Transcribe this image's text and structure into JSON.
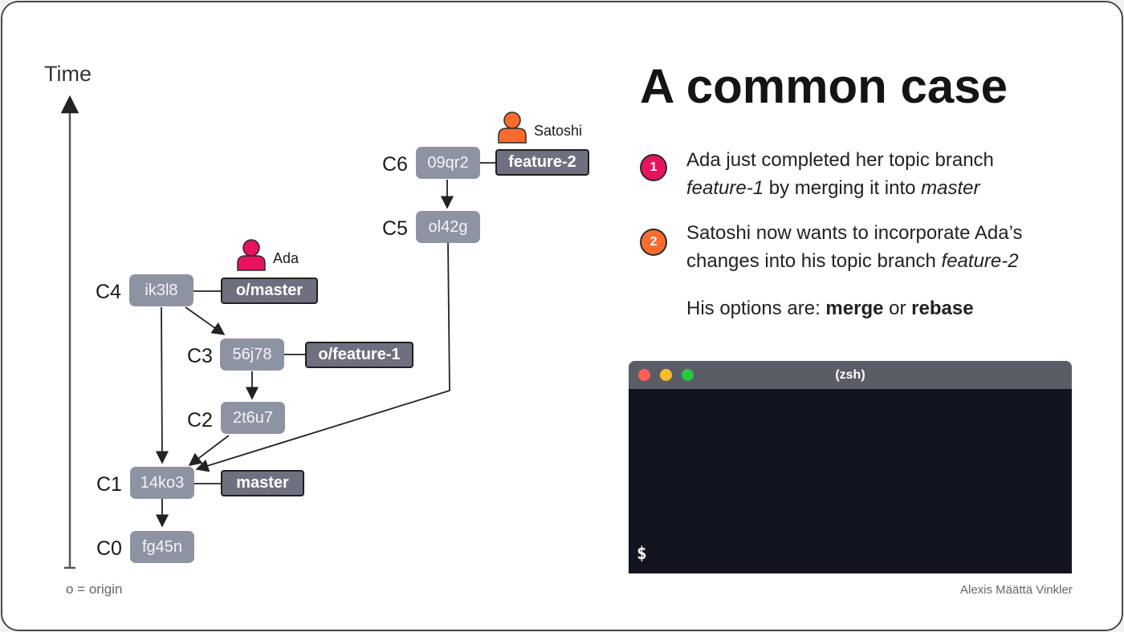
{
  "diagram": {
    "axis_label": "Time",
    "legend": "o = origin",
    "commits": [
      {
        "id": "C0",
        "hash": "fg45n"
      },
      {
        "id": "C1",
        "hash": "14ko3"
      },
      {
        "id": "C2",
        "hash": "2t6u7"
      },
      {
        "id": "C3",
        "hash": "56j78"
      },
      {
        "id": "C4",
        "hash": "ik3l8"
      },
      {
        "id": "C5",
        "hash": "ol42g"
      },
      {
        "id": "C6",
        "hash": "09qr2"
      }
    ],
    "branches": {
      "master": "master",
      "origin_master": "o/master",
      "origin_feature1": "o/feature-1",
      "feature2": "feature-2"
    },
    "people": {
      "ada": {
        "name": "Ada",
        "color": "#e8135f"
      },
      "satoshi": {
        "name": "Satoshi",
        "color": "#fa6b2e"
      }
    }
  },
  "slide": {
    "title": "A common case",
    "steps": [
      {
        "number": "1",
        "color": "#e8135f",
        "line1": "Ada just completed her topic branch",
        "line2_italic": "feature-1",
        "line2_mid": " by merging it into ",
        "line2_italic2": "master"
      },
      {
        "number": "2",
        "color": "#fa6b2e",
        "line1": "Satoshi now wants to incorporate Ada’s",
        "line2_mid": "changes into his topic branch ",
        "line2_italic": "feature-2"
      }
    ],
    "options": {
      "prefix": "His options are: ",
      "option1": "merge",
      "connector": " or ",
      "option2": "rebase"
    },
    "terminal": {
      "title": "(zsh)",
      "prompt": "$",
      "dot_colors": [
        "#ff5f57",
        "#febc2e",
        "#28c840"
      ]
    },
    "author": "Alexis Määttä Vinkler"
  }
}
